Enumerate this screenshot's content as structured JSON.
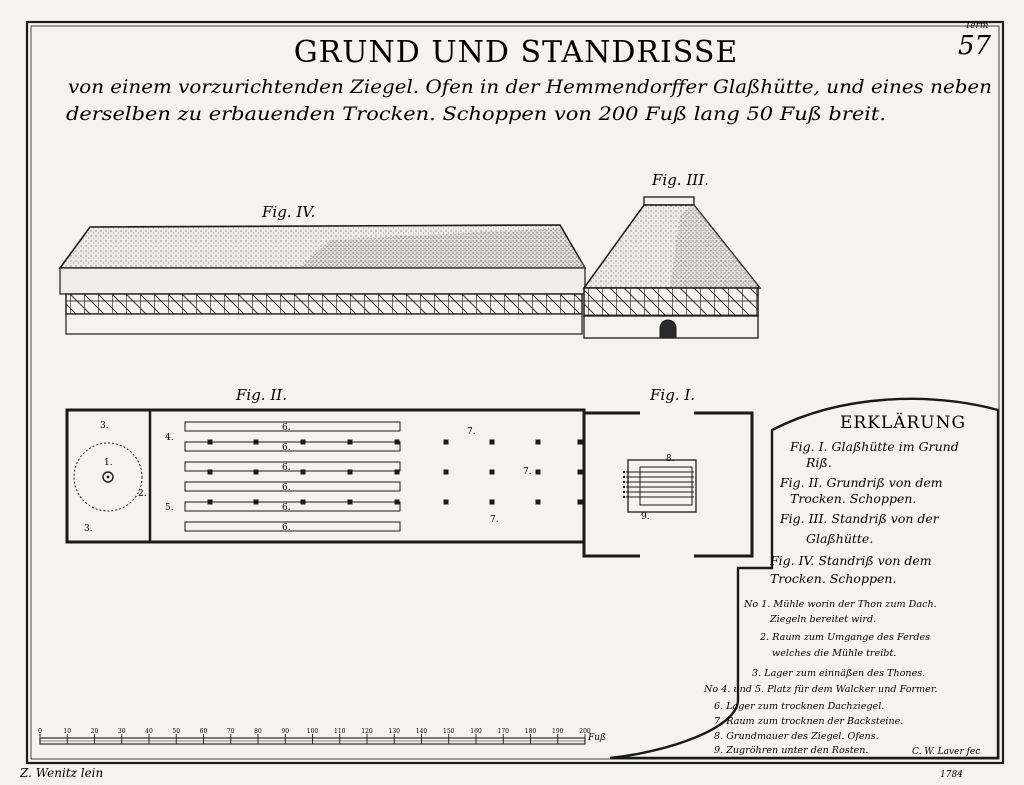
{
  "sheet": {
    "page_number": "57",
    "page_mark": "Term",
    "title": "GRUND UND STANDRISSE",
    "subtitle_line1": "von einem vorzurichtenden Ziegel. Ofen in der Hemmendorffer Glaßhütte, und eines neben",
    "subtitle_line2": "derselben zu erbauenden Trocken. Schoppen von 200 Fuß lang 50 Fuß breit."
  },
  "figures": {
    "fig1": "Fig. I.",
    "fig2": "Fig. II.",
    "fig3": "Fig. III.",
    "fig4": "Fig. IV."
  },
  "plan_numbers": {
    "n1": "1.",
    "n2": "2.",
    "n3a": "3.",
    "n3b": "3.",
    "n4": "4.",
    "n5": "5.",
    "n6": [
      "6.",
      "6.",
      "6.",
      "6.",
      "6.",
      "6."
    ],
    "n7": [
      "7.",
      "7.",
      "7."
    ],
    "n8": "8.",
    "n9": "9."
  },
  "legend": {
    "heading": "ERKLÄRUNG",
    "entries": [
      "Fig. I. Glaßhütte im Grund",
      "Riß.",
      "Fig. II. Grundriß von dem",
      "Trocken. Schoppen.",
      "Fig. III. Standriß von der",
      "Glaßhütte.",
      "Fig. IV. Standriß von dem",
      "Trocken. Schoppen."
    ],
    "notes": [
      "No 1. Mühle worin der Thon zum Dach.",
      "Ziegeln bereitet wird.",
      "2. Raum zum Umgange des Ferdes",
      "welches die Mühle treibt.",
      "3. Lager zum einnäßen des Thones.",
      "No 4. und 5. Platz für dem Walcker und Former.",
      "6. Lager zum trocknen Dachziegel.",
      "7. Raum zum trocknen der Backsteine.",
      "8. Grundmauer des Ziegel. Ofens.",
      "9. Zugröhren unter den Rosten."
    ]
  },
  "scale": {
    "ticks": [
      "0",
      "10",
      "20",
      "30",
      "40",
      "50",
      "60",
      "70",
      "80",
      "90",
      "100",
      "110",
      "120",
      "130",
      "140",
      "150",
      "160",
      "170",
      "180",
      "190",
      "200"
    ],
    "unit": "Fuß"
  },
  "signatures": {
    "left": "Z. Wenitz lein",
    "right": "C. W. Laver fec",
    "date": "1784"
  }
}
